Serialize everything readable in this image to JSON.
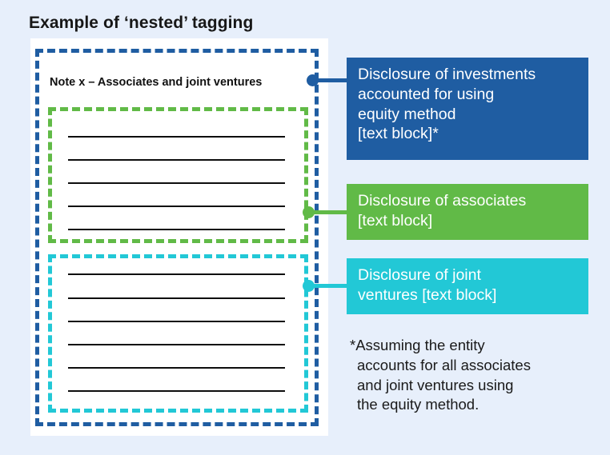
{
  "title": "Example of ‘nested’ tagging",
  "colors": {
    "background": "#e7effb",
    "card": "#ffffff",
    "blue": "#1f5da2",
    "green": "#61ba47",
    "cyan": "#22c8d6",
    "rule": "#0d0d0d",
    "text": "#171717"
  },
  "note": {
    "heading": "Note x – Associates and joint ventures",
    "outer_box": {
      "style": "dashed",
      "color": "#1f5da2",
      "tag": "equity-method"
    },
    "sections": [
      {
        "name": "associates",
        "box_style": "dashed",
        "box_color": "#61ba47",
        "rule_count": 5
      },
      {
        "name": "joint-ventures",
        "box_style": "dashed",
        "box_color": "#22c8d6",
        "rule_count": 6
      }
    ]
  },
  "callouts": [
    {
      "id": "equity-method",
      "label": "Disclosure of investments\naccounted for using\nequity method\n[text block]*",
      "color": "#1f5da2"
    },
    {
      "id": "associates",
      "label": "Disclosure of associates\n[text block]",
      "color": "#61ba47"
    },
    {
      "id": "joint-ventures",
      "label": "Disclosure of joint\nventures [text block]",
      "color": "#22c8d6"
    }
  ],
  "footnote": "*Assuming the entity\naccounts for all associates\nand joint ventures using\nthe equity method."
}
